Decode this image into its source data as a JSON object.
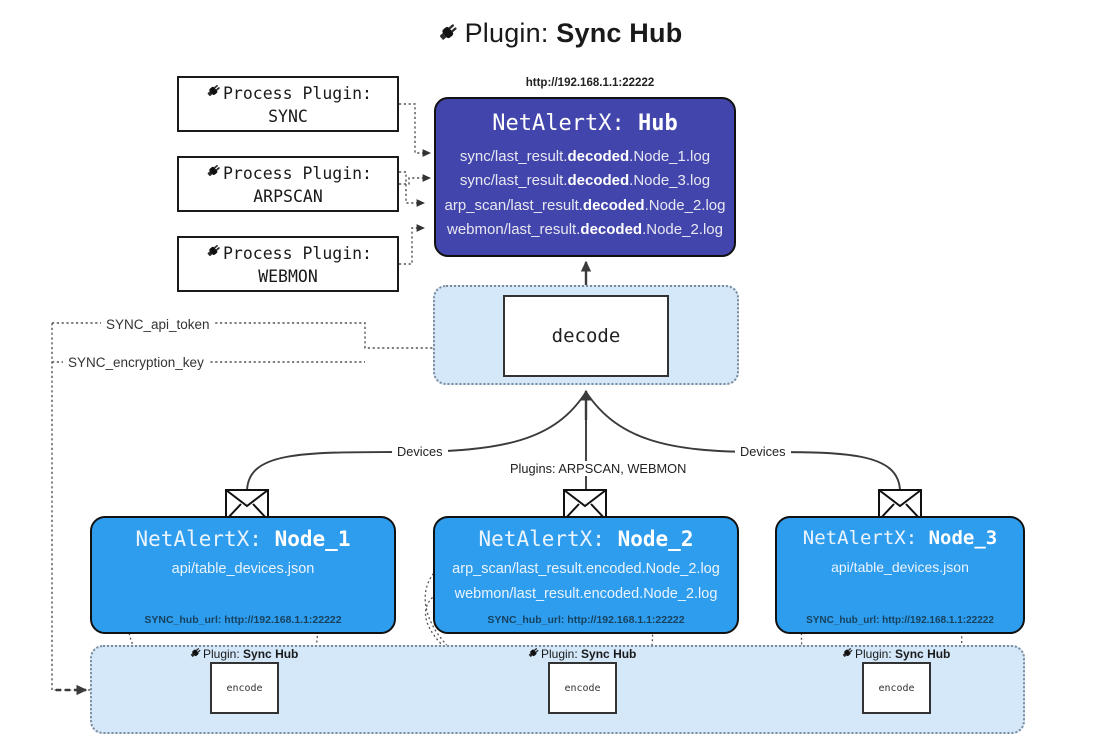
{
  "title": {
    "prefix": "Plugin:",
    "name": "Sync Hub",
    "icon": "plug-icon"
  },
  "process_plugins": [
    {
      "label": "Process Plugin:",
      "name": "SYNC",
      "icon": "plug-icon"
    },
    {
      "label": "Process Plugin:",
      "name": "ARPSCAN",
      "icon": "plug-icon"
    },
    {
      "label": "Process Plugin:",
      "name": "WEBMON",
      "icon": "plug-icon"
    }
  ],
  "hub": {
    "url": "http://192.168.1.1:22222",
    "title_prefix": "NetAlertX:",
    "title_name": "Hub",
    "logs": [
      {
        "pre": "sync/last_result.",
        "em": "decoded",
        "post": ".Node_1.log"
      },
      {
        "pre": "sync/last_result.",
        "em": "decoded",
        "post": ".Node_3.log"
      },
      {
        "pre": "arp_scan/last_result.",
        "em": "decoded",
        "post": ".Node_2.log"
      },
      {
        "pre": "webmon/last_result.",
        "em": "decoded",
        "post": ".Node_2.log"
      }
    ]
  },
  "decode": {
    "label": "decode"
  },
  "settings": {
    "api_token": "SYNC_api_token",
    "encryption_key": "SYNC_encryption_key"
  },
  "edge_labels": {
    "devices_left": "Devices",
    "devices_right": "Devices",
    "plugins": "Plugins: ARPSCAN, WEBMON"
  },
  "nodes": [
    {
      "title_prefix": "NetAlertX:",
      "title_name": "Node_1",
      "lines": [
        "api/table_devices.json"
      ],
      "footer": "SYNC_hub_url: http://192.168.1.1:22222",
      "envelope_icon": "envelope-icon"
    },
    {
      "title_prefix": "NetAlertX:",
      "title_name": "Node_2",
      "lines": [
        "arp_scan/last_result.encoded.Node_2.log",
        "webmon/last_result.encoded.Node_2.log"
      ],
      "footer": "SYNC_hub_url: http://192.168.1.1:22222",
      "envelope_icon": "envelope-icon"
    },
    {
      "title_prefix": "NetAlertX:",
      "title_name": "Node_3",
      "lines": [
        "api/table_devices.json"
      ],
      "footer": "SYNC_hub_url: http://192.168.1.1:22222",
      "envelope_icon": "envelope-icon"
    }
  ],
  "encoders": [
    {
      "caption_prefix": "Plugin:",
      "caption_name": "Sync Hub",
      "label": "encode",
      "icon": "plug-icon"
    },
    {
      "caption_prefix": "Plugin:",
      "caption_name": "Sync Hub",
      "label": "encode",
      "icon": "plug-icon"
    },
    {
      "caption_prefix": "Plugin:",
      "caption_name": "Sync Hub",
      "label": "encode",
      "icon": "plug-icon"
    }
  ],
  "colors": {
    "hub_fill": "#4245ab",
    "node_fill": "#2f9ded",
    "zone_fill": "#d4e8fa",
    "stroke": "#111111",
    "dotted": "#7a8a99",
    "background": "#ffffff"
  }
}
